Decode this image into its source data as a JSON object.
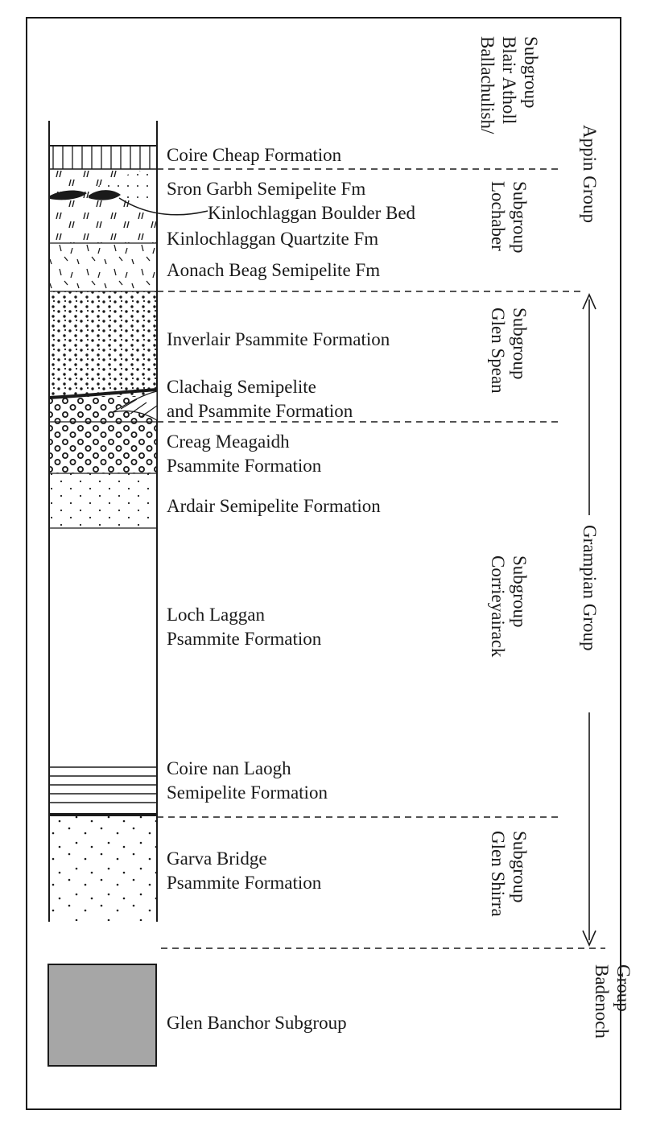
{
  "formations": [
    {
      "lines": [
        "Coire Cheap Formation"
      ]
    },
    {
      "lines": [
        "Sron Garbh Semipelite Fm"
      ]
    },
    {
      "lines": [
        "Kinlochlaggan Boulder Bed"
      ]
    },
    {
      "lines": [
        "Kinlochlaggan Quartzite Fm"
      ]
    },
    {
      "lines": [
        "Aonach Beag Semipelite Fm"
      ]
    },
    {
      "lines": [
        "Inverlair Psammite Formation"
      ]
    },
    {
      "lines": [
        "Clachaig Semipelite",
        "and Psammite Formation"
      ]
    },
    {
      "lines": [
        "Creag Meagaidh",
        "Psammite Formation"
      ]
    },
    {
      "lines": [
        "Ardair Semipelite Formation"
      ]
    },
    {
      "lines": [
        "Loch Laggan",
        "Psammite Formation"
      ]
    },
    {
      "lines": [
        "Coire nan Laogh",
        "Semipelite Formation"
      ]
    },
    {
      "lines": [
        "Garva Bridge",
        "Psammite Formation"
      ]
    },
    {
      "lines": [
        "Glen Banchor Subgroup"
      ]
    }
  ],
  "subgroups": [
    {
      "lines": [
        "Ballachulish/",
        "Blair Atholl",
        "Subgroup"
      ]
    },
    {
      "lines": [
        "Lochaber",
        "Subgroup"
      ]
    },
    {
      "lines": [
        "Glen Spean",
        "Subgroup"
      ]
    },
    {
      "lines": [
        "Corrieyairack",
        "Subgroup"
      ]
    },
    {
      "lines": [
        "Glen Shirra",
        "Subgroup"
      ]
    }
  ],
  "groups": [
    {
      "lines": [
        "Appin Group"
      ]
    },
    {
      "lines": [
        "Grampian Group"
      ]
    },
    {
      "lines": [
        "Badenoch",
        "Group"
      ]
    }
  ],
  "colors": {
    "ink": "#1a1a1a",
    "banchor_fill": "#a6a6a6"
  }
}
